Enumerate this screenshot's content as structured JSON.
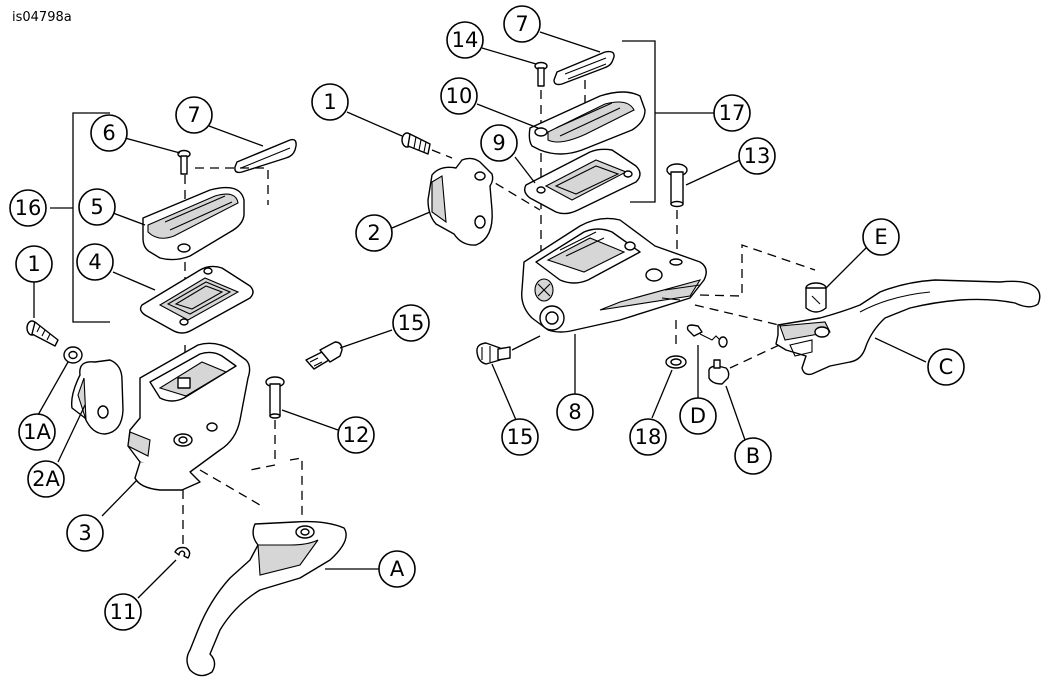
{
  "figure_id": "is04798a",
  "callouts": {
    "c1_left": "1",
    "c1a": "1A",
    "c2a": "2A",
    "c3": "3",
    "c4": "4",
    "c5": "5",
    "c6": "6",
    "c7_left": "7",
    "c11": "11",
    "c12": "12",
    "c15_left": "15",
    "c16": "16",
    "cA": "A",
    "c1_right": "1",
    "c2": "2",
    "c7_right": "7",
    "c8": "8",
    "c9": "9",
    "c10": "10",
    "c13": "13",
    "c14": "14",
    "c15_right": "15",
    "c17": "17",
    "c18": "18",
    "cB": "B",
    "cC": "C",
    "cD": "D",
    "cE": "E"
  }
}
